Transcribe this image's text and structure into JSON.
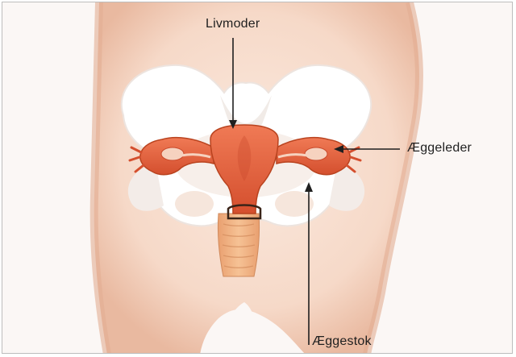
{
  "diagram": {
    "labels": {
      "uterus": "Livmoder",
      "fallopian_tube": "Æggeleder",
      "ovary": "Æggestok"
    }
  },
  "colors": {
    "skin": "#f6d9c8",
    "skin_shadow": "#e9b9a0",
    "pelvis_bone": "#ffffff",
    "bone_shadow": "#ece6e2",
    "uterus": "#e8603b",
    "uterus_dark": "#c9482a",
    "vagina": "#f3b07f",
    "background": "#fbf7f5",
    "arrow": "#1f1f1f"
  }
}
